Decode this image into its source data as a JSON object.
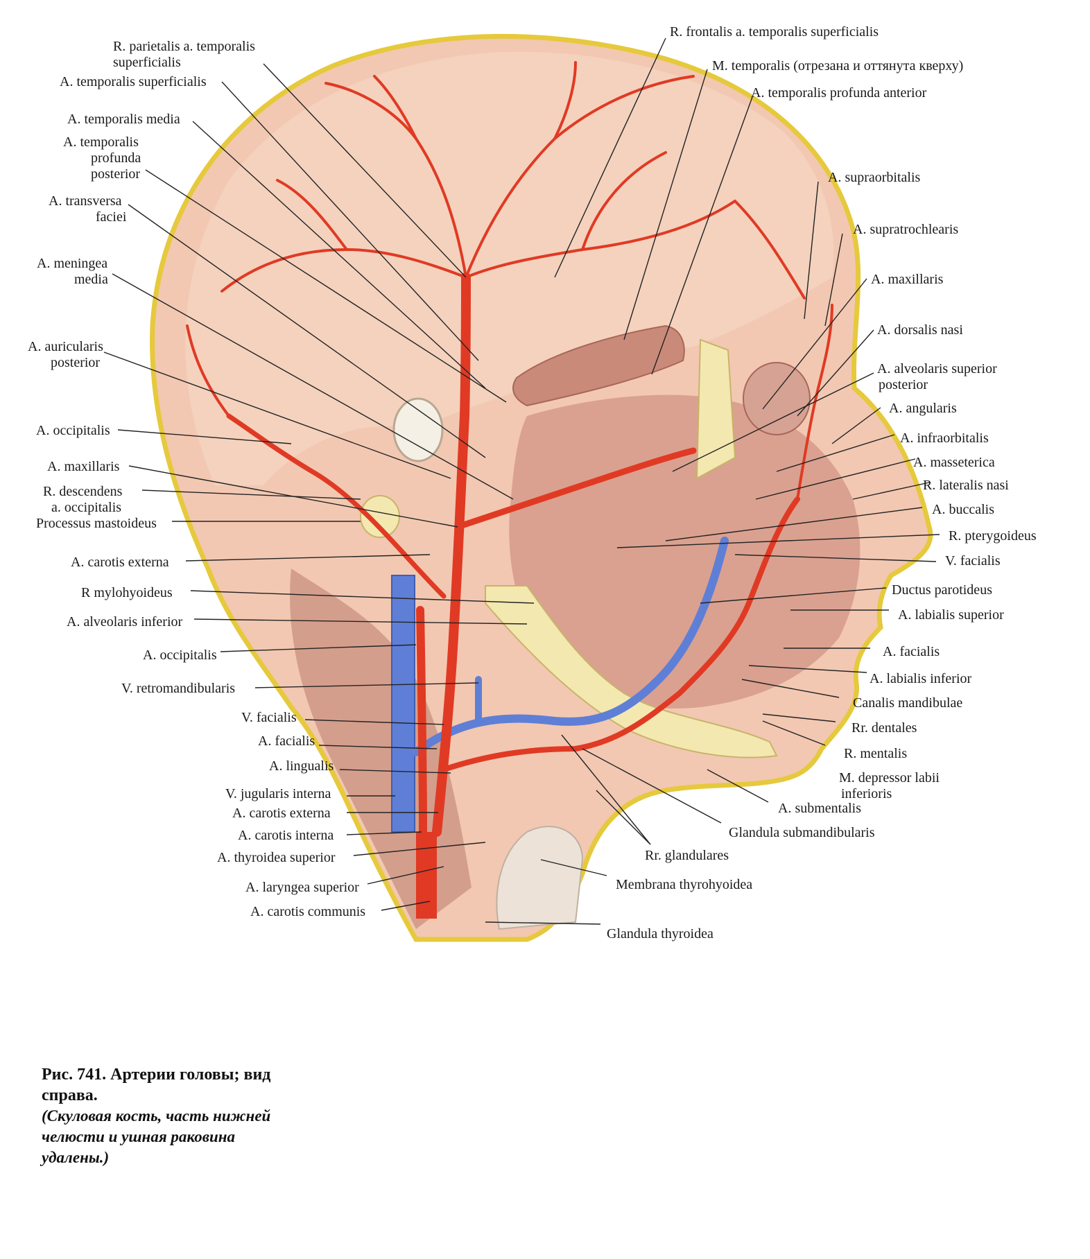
{
  "colors": {
    "artery": "#e03a24",
    "vein": "#5f7fd6",
    "skin": "#f2c8b2",
    "muscle": "#c98a7a",
    "bone": "#f3e8b0",
    "outline": "#e6c93c"
  },
  "labels_left": [
    "R. parietalis a. temporalis",
    "superficialis",
    "A. temporalis superficialis",
    "A. temporalis media",
    "A. temporalis",
    "profunda",
    "posterior",
    "A. transversa",
    "faciei",
    "A. meningea",
    "media",
    "A. auricularis",
    "posterior",
    "A. occipitalis",
    "A. maxillaris",
    "R. descendens",
    "a. occipitalis",
    "Processus mastoideus",
    "A. carotis externa",
    "R  mylohyoideus",
    "A. alveolaris inferior",
    "A. occipitalis",
    "V. retromandibularis",
    "V. facialis",
    "A. facialis",
    "A. lingualis",
    "V. jugularis interna",
    "A. carotis externa",
    "A. carotis interna",
    "A. thyroidea superior",
    "A. laryngea superior",
    "A. carotis communis"
  ],
  "labels_right": [
    "R. frontalis a. temporalis superficialis",
    "M. temporalis (отрезана и оттянута кверху)",
    "A. temporalis profunda anterior",
    "A. supraorbitalis",
    "A. supratrochlearis",
    "A. maxillaris",
    "A. dorsalis nasi",
    "A. alveolaris superior",
    "posterior",
    "A. angularis",
    "A. infraorbitalis",
    "A. masseterica",
    "R. lateralis nasi",
    "A. buccalis",
    "R. pterygoideus",
    "V. facialis",
    "Ductus parotideus",
    "A. labialis superior",
    "A. facialis",
    "A. labialis inferior",
    "Canalis mandibulae",
    "Rr. dentales",
    "R. mentalis",
    "M. depressor labii",
    "inferioris",
    "A. submentalis",
    "Glandula submandibularis",
    "Rr. glandulares",
    "Membrana thyrohyoidea",
    "Glandula thyroidea"
  ],
  "caption": {
    "title_line1": "Рис. 741. Артерии головы; вид",
    "title_line2": "справа.",
    "note_line1": "(Скуловая кость, часть нижней",
    "note_line2": "челюсти и ушная раковина",
    "note_line3": "удалены.)"
  }
}
